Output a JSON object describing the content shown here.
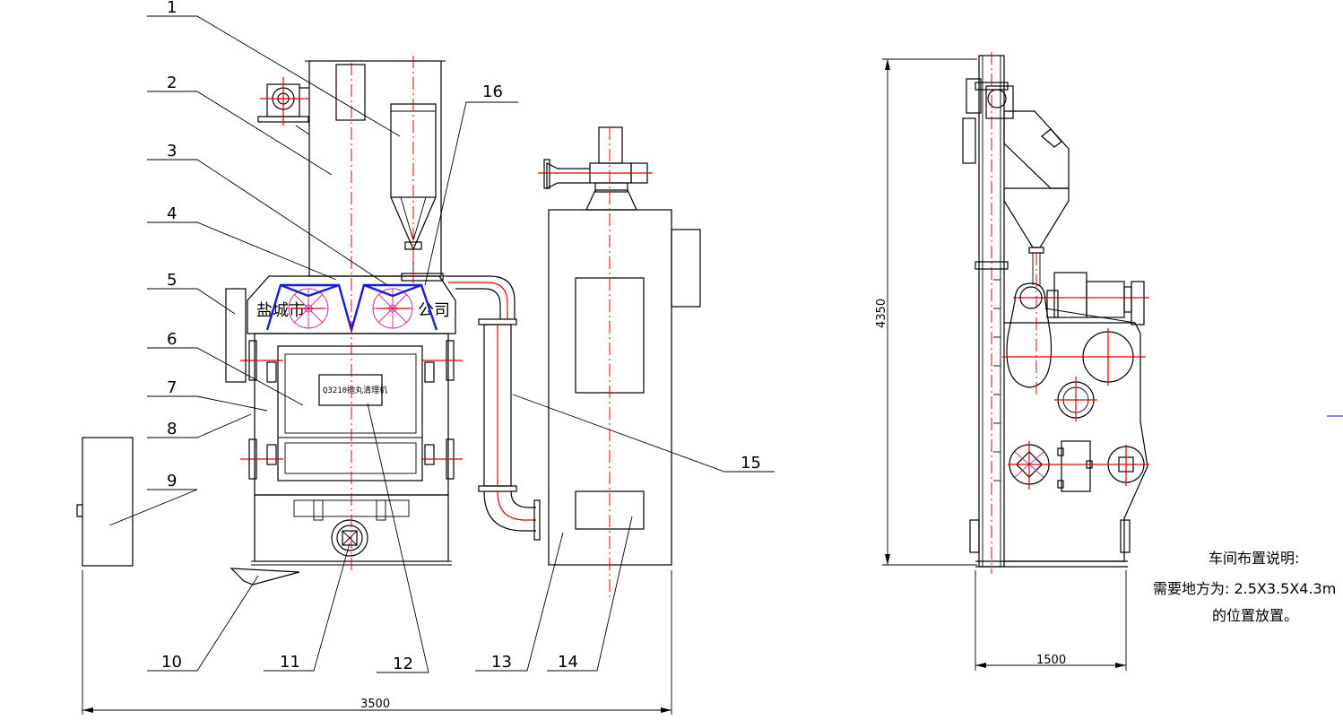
{
  "callouts": [
    "1",
    "2",
    "3",
    "4",
    "5",
    "6",
    "7",
    "8",
    "9",
    "10",
    "11",
    "12",
    "13",
    "14",
    "15",
    "16"
  ],
  "dimensions": {
    "front_width": "3500",
    "side_height": "4350",
    "side_width": "1500"
  },
  "nameplate": "Q3210抛丸清理机",
  "watermark": {
    "left": "盐城市",
    "right": "公司"
  },
  "notes": {
    "title": "车间布置说明:",
    "line1": "需要地方为: 2.5X3.5X4.3m",
    "line2": "的位置放置。"
  },
  "colors": {
    "outline": "#000000",
    "centerline": "#e00000",
    "impeller": "#1a1adc"
  }
}
